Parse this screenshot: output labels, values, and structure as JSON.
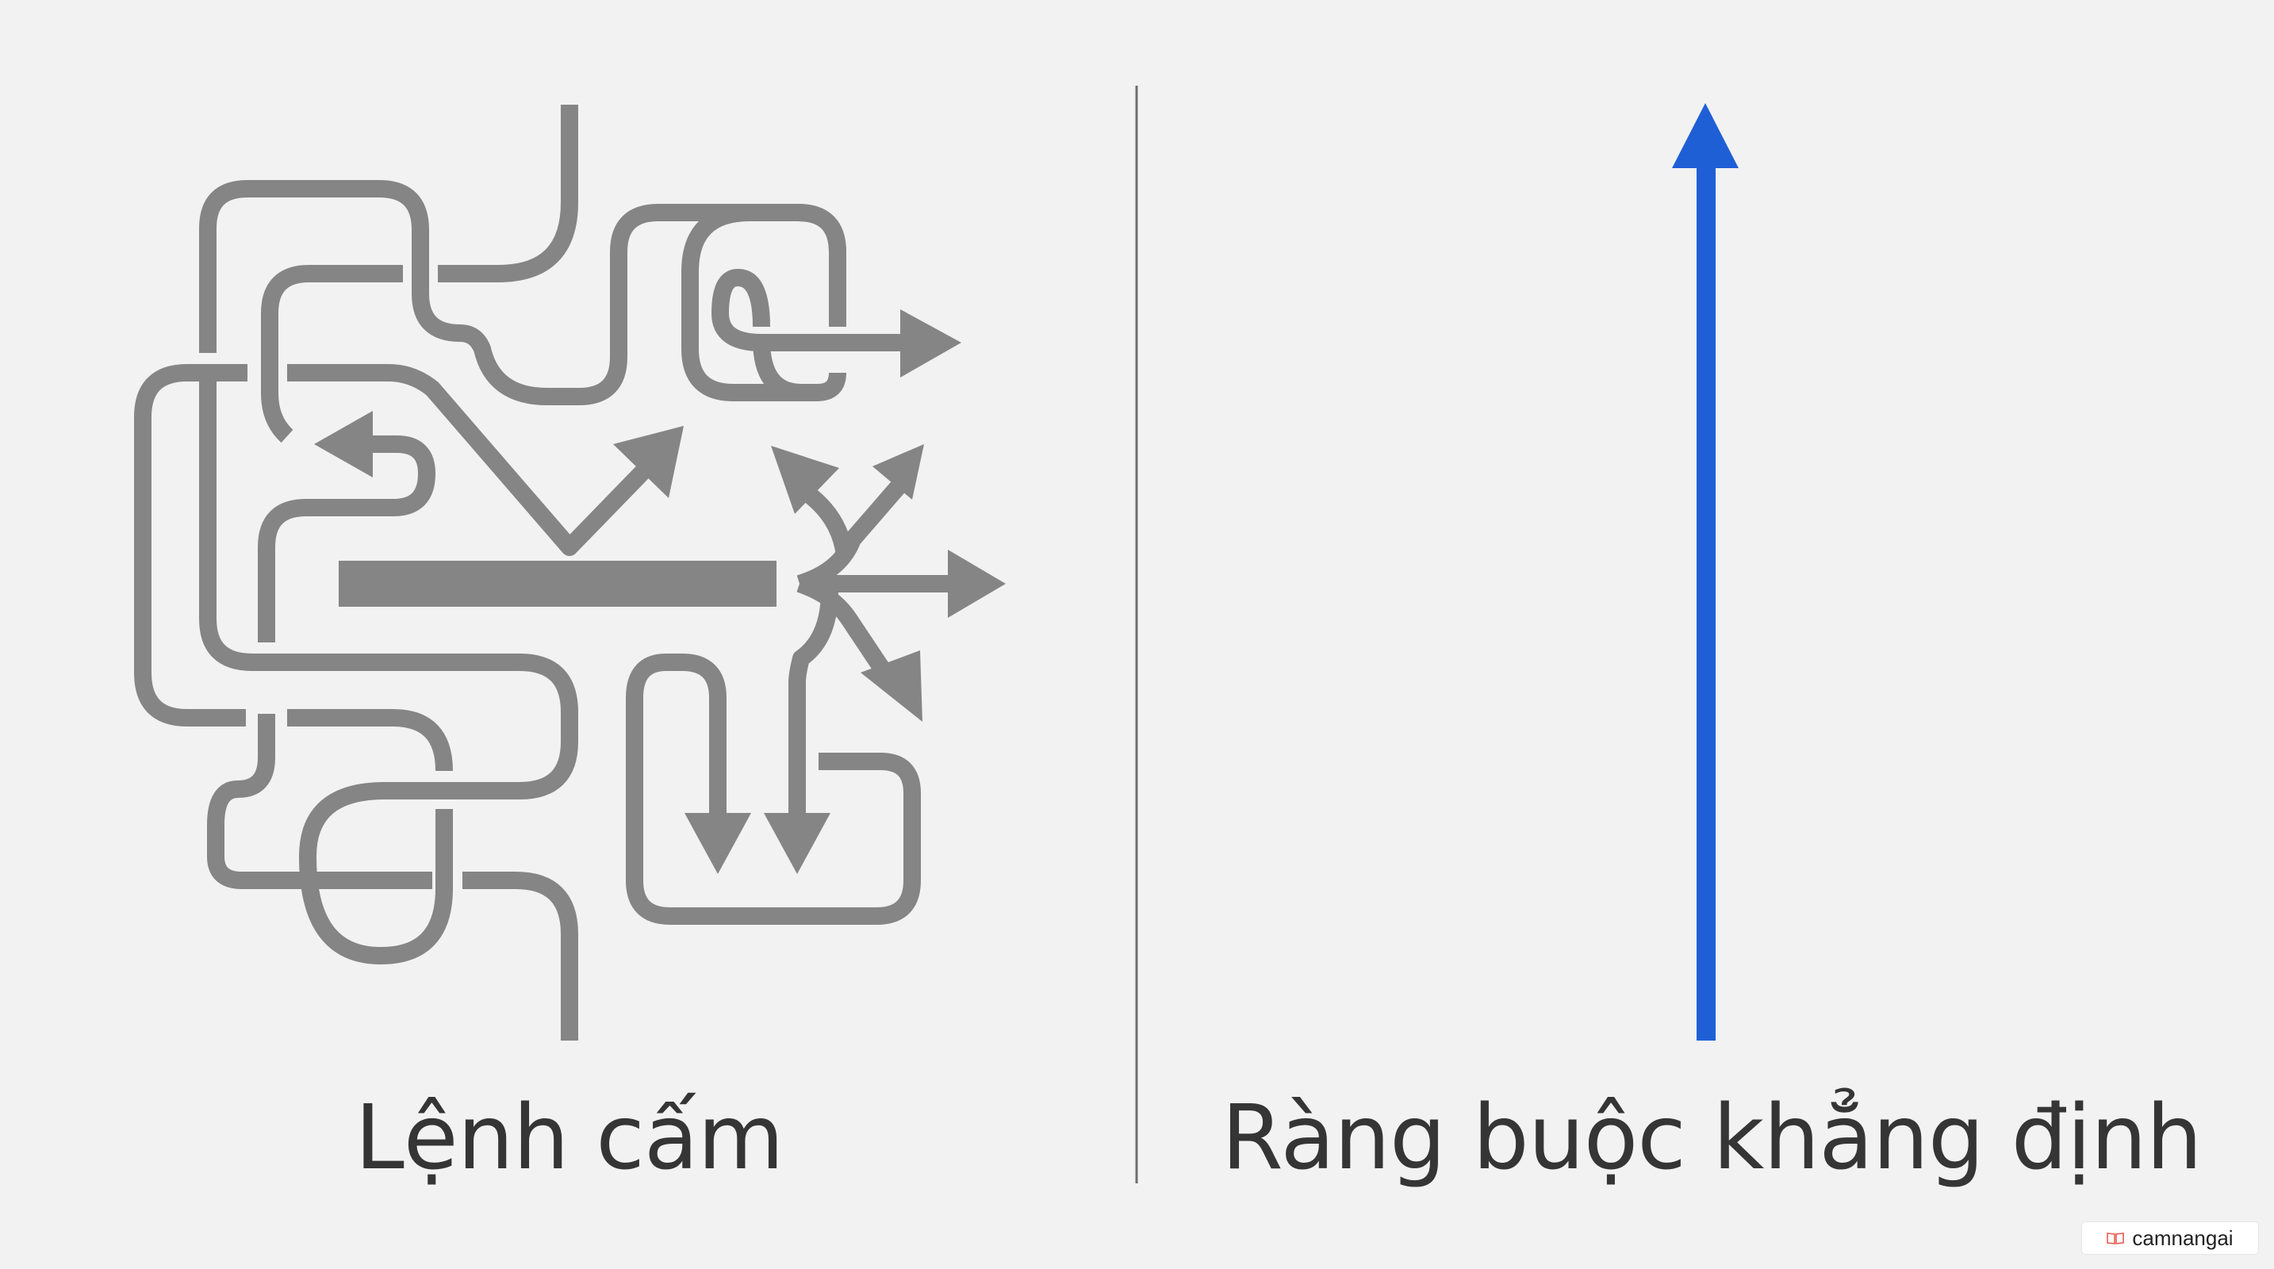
{
  "left_panel": {
    "label": "Lệnh cấm",
    "icon": "tangled-arrows-icon",
    "color": "#858585"
  },
  "right_panel": {
    "label": "Ràng buộc khẳng định",
    "icon": "straight-up-arrow-icon",
    "color": "#1f5fd6"
  },
  "divider_color": "#6e6e6e",
  "watermark": {
    "text": "camnangai",
    "icon": "book-icon",
    "icon_color": "#e85a4f"
  }
}
